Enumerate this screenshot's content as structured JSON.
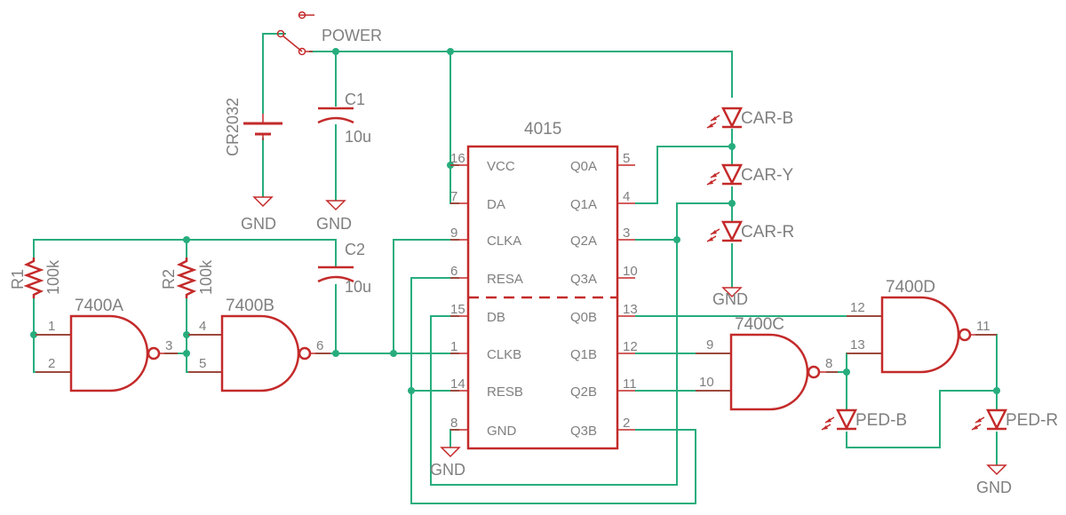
{
  "schematic": {
    "switch": {
      "label": "POWER"
    },
    "battery": {
      "label": "CR2032"
    },
    "c1": {
      "name": "C1",
      "value": "10u"
    },
    "c2": {
      "name": "C2",
      "value": "10u"
    },
    "r1": {
      "name": "R1",
      "value": "100k"
    },
    "r2": {
      "name": "R2",
      "value": "100k"
    },
    "gnd": "GND",
    "ic4015": {
      "name": "4015",
      "left_pins": [
        {
          "num": "16",
          "name": "VCC"
        },
        {
          "num": "7",
          "name": "DA"
        },
        {
          "num": "9",
          "name": "CLKA"
        },
        {
          "num": "6",
          "name": "RESA"
        },
        {
          "num": "15",
          "name": "DB"
        },
        {
          "num": "1",
          "name": "CLKB"
        },
        {
          "num": "14",
          "name": "RESB"
        },
        {
          "num": "8",
          "name": "GND"
        }
      ],
      "right_pins": [
        {
          "num": "5",
          "name": "Q0A"
        },
        {
          "num": "4",
          "name": "Q1A"
        },
        {
          "num": "3",
          "name": "Q2A"
        },
        {
          "num": "10",
          "name": "Q3A"
        },
        {
          "num": "13",
          "name": "Q0B"
        },
        {
          "num": "12",
          "name": "Q1B"
        },
        {
          "num": "11",
          "name": "Q2B"
        },
        {
          "num": "2",
          "name": "Q3B"
        }
      ]
    },
    "gates": {
      "a": {
        "name": "7400A",
        "in1": "1",
        "in2": "2",
        "out": "3"
      },
      "b": {
        "name": "7400B",
        "in1": "4",
        "in2": "5",
        "out": "6"
      },
      "c": {
        "name": "7400C",
        "in1": "9",
        "in2": "10",
        "out": "8"
      },
      "d": {
        "name": "7400D",
        "in1": "12",
        "in2": "13",
        "out": "11"
      }
    },
    "leds": {
      "car_b": "CAR-B",
      "car_y": "CAR-Y",
      "car_r": "CAR-R",
      "ped_b": "PED-B",
      "ped_r": "PED-R"
    }
  }
}
